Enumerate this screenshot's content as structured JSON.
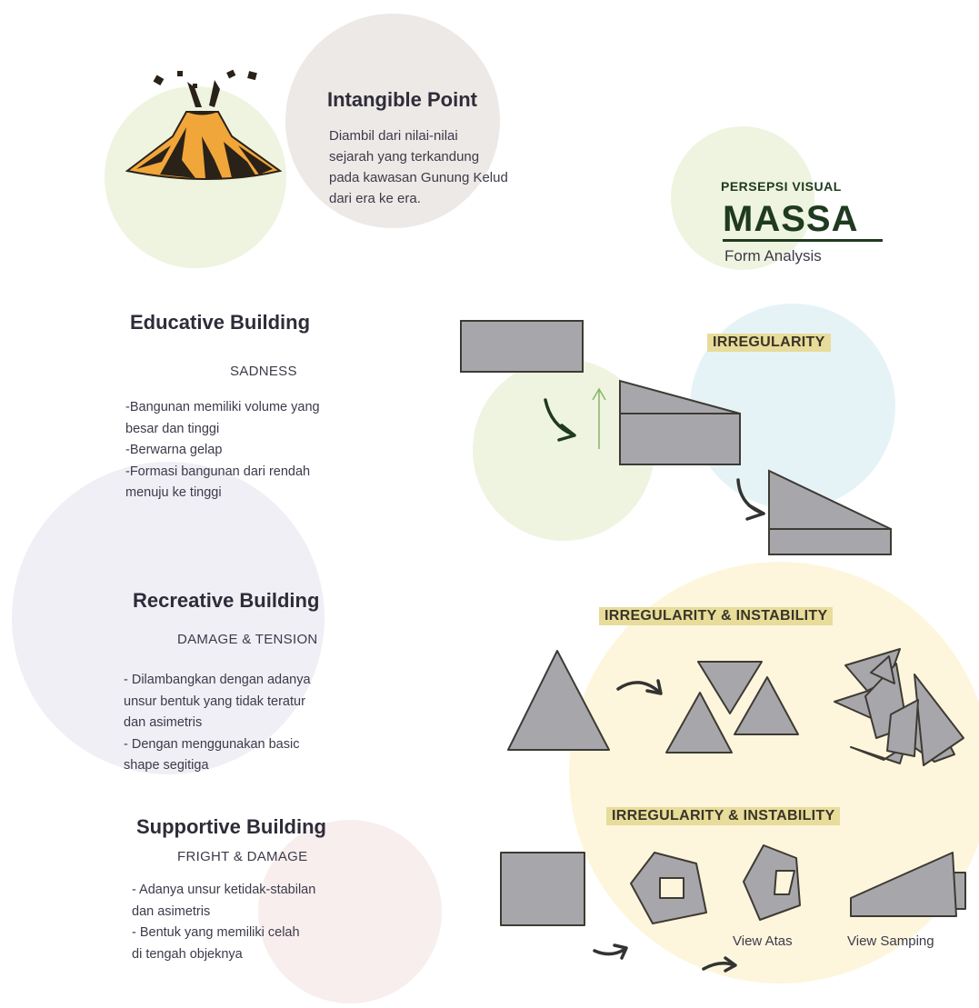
{
  "intangible": {
    "title": "Intangible Point",
    "description_lines": [
      "Diambil dari nilai-nilai",
      "sejarah yang terkandung",
      "pada kawasan Gunung Kelud",
      "dari era ke era."
    ]
  },
  "badge": {
    "pre_title": "PERSEPSI VISUAL",
    "title": "MASSA",
    "subtitle": "Form Analysis"
  },
  "sections": [
    {
      "title": "Educative Building",
      "mood": "SADNESS",
      "points": [
        "-Bangunan memiliki volume yang",
        "besar dan tinggi",
        "-Berwarna gelap",
        "-Formasi bangunan dari rendah",
        "menuju ke tinggi"
      ]
    },
    {
      "title": "Recreative Building",
      "mood": "DAMAGE & TENSION",
      "points": [
        "- Dilambangkan dengan adanya",
        "unsur bentuk yang tidak teratur",
        "dan asimetris",
        "- Dengan menggunakan basic",
        "shape segitiga"
      ]
    },
    {
      "title": "Supportive Building",
      "mood": "FRIGHT & DAMAGE",
      "points": [
        "- Adanya unsur ketidak-stabilan",
        "dan asimetris",
        "- Bentuk yang memiliki celah",
        "di tengah objeknya"
      ]
    }
  ],
  "tags": {
    "irregularity": "IRREGULARITY",
    "irregularity_instability_1": "IRREGULARITY & INSTABILITY",
    "irregularity_instability_2": "IRREGULARITY & INSTABILITY"
  },
  "captions": {
    "view_top": "View Atas",
    "view_side": "View Samping"
  },
  "colors": {
    "green_circle": "#eef4df",
    "grey_circle": "#ece9e6",
    "lavender_circle": "#eeedf4",
    "blue_circle": "#e6f3f6",
    "yellow_circle": "#fdf6dc",
    "rose_circle": "#f6eceb",
    "tag_bg": "#e7dc9a",
    "shape_fill": "#a7a7ab",
    "shape_stroke": "#3e3a34",
    "arrow": "#333333",
    "green_accent": "#1f3b1f"
  }
}
